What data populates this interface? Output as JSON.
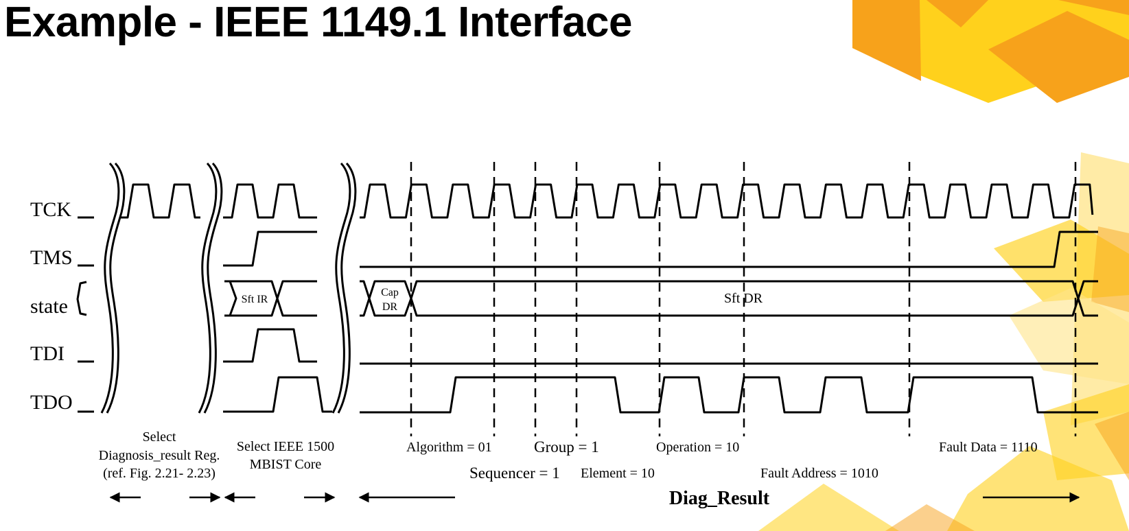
{
  "slide": {
    "title": "Example - IEEE 1149.1 Interface"
  },
  "colors": {
    "deco_orange": "#f7a21b",
    "deco_yellow": "#ffd11c",
    "deco_light": "#ffe488",
    "ink": "#000000"
  },
  "signals": {
    "tck": "TCK",
    "tms": "TMS",
    "state": "state",
    "tdi": "TDI",
    "tdo": "TDO"
  },
  "states": {
    "shift_ir": "Sft IR",
    "capture_dr_1": "Cap",
    "capture_dr_2": "DR",
    "shift_dr": "Sft DR"
  },
  "annotations": {
    "select_reg_1": "Select",
    "select_reg_2": "Diagnosis_result Reg.",
    "select_reg_3": "(ref. Fig. 2.21- 2.23)",
    "select_core_1": "Select IEEE 1500",
    "select_core_2": "MBIST Core",
    "algorithm": "Algorithm = 01",
    "group": "Group = 1",
    "operation": "Operation = 10",
    "fault_data": "Fault Data = 1110",
    "sequencer": "Sequencer = 1",
    "element": "Element = 10",
    "fault_address": "Fault Address = 1010",
    "diag_result": "Diag_Result"
  }
}
